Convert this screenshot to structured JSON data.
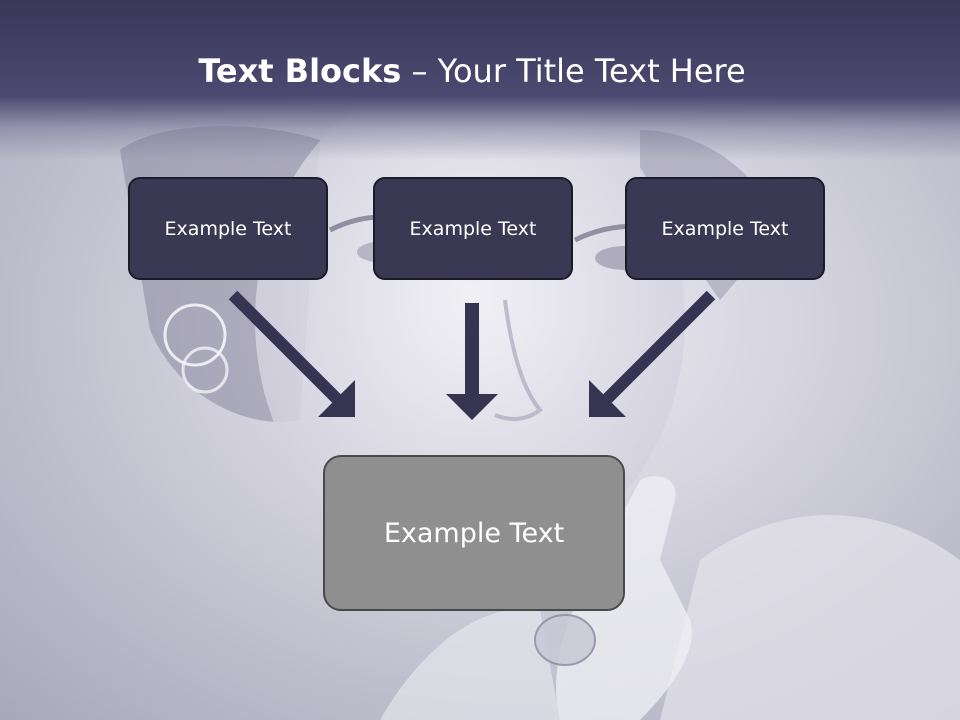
{
  "title": {
    "bold": "Text Blocks",
    "separator": " – ",
    "rest": "Your Title Text Here"
  },
  "boxes": [
    {
      "label": "Example Text"
    },
    {
      "label": "Example Text"
    },
    {
      "label": "Example Text"
    }
  ],
  "target": {
    "label": "Example Text"
  },
  "colors": {
    "header": "#4b4970",
    "box_fill": "#3a3853",
    "target_fill": "#8f8f8f",
    "arrow": "#363450"
  }
}
